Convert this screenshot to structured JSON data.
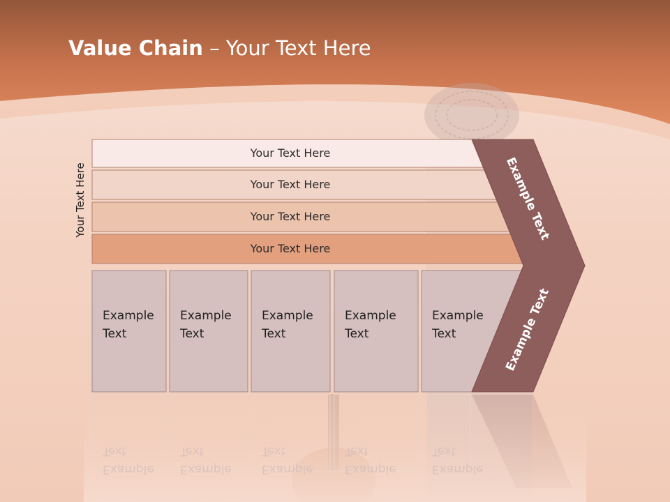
{
  "slide": {
    "title_bold": "Value Chain",
    "title_rest": " – Your Text Here",
    "side_label": "Your Text Here"
  },
  "bars": [
    {
      "label": "Your Text Here",
      "fill": "#faeae7"
    },
    {
      "label": "Your Text Here",
      "fill": "#f2d5c9"
    },
    {
      "label": "Your Text Here",
      "fill": "#ecc4ae"
    },
    {
      "label": "Your Text Here",
      "fill": "#e2a07f"
    }
  ],
  "boxes": [
    {
      "label_line1": "Example",
      "label_line2": "Text"
    },
    {
      "label_line1": "Example",
      "label_line2": "Text"
    },
    {
      "label_line1": "Example",
      "label_line2": "Text"
    },
    {
      "label_line1": "Example",
      "label_line2": "Text"
    },
    {
      "label_line1": "Example",
      "label_line2": "Text"
    }
  ],
  "chevron": {
    "upper_label": "Example Text",
    "lower_label": "Example Text",
    "fill": "#8e5e5c"
  },
  "colors": {
    "header": "#c96b45",
    "box_fill": "#d6c0bf",
    "box_border": "#9f8c8b",
    "bar_border": "#b08270"
  }
}
